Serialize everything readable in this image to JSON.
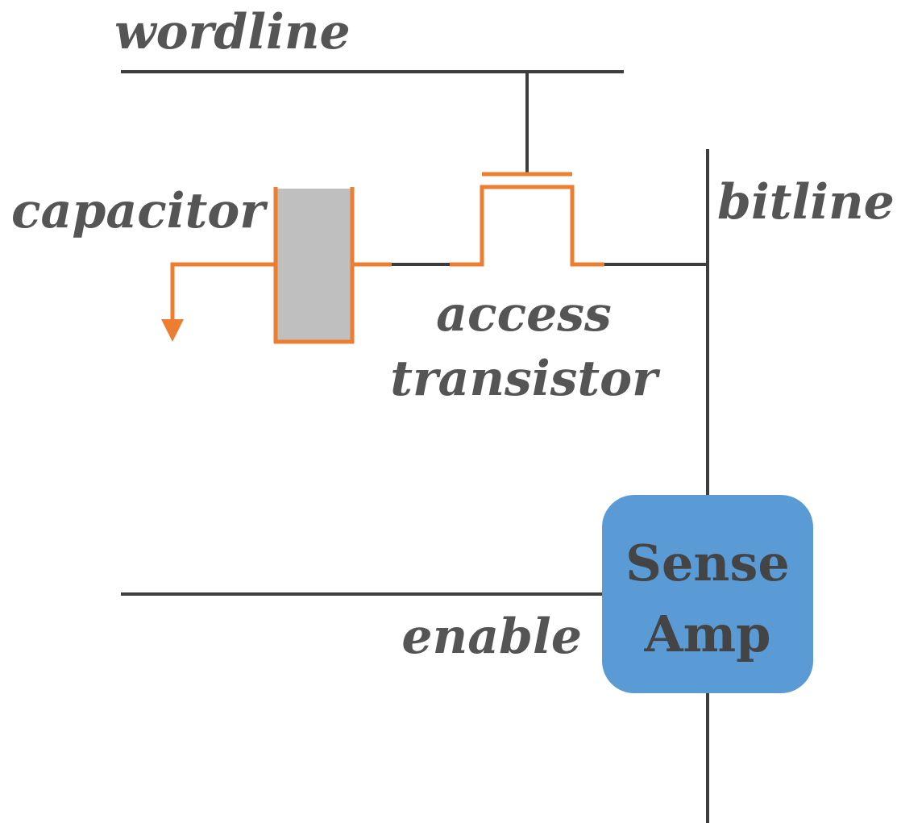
{
  "labels": {
    "wordline": "wordline",
    "capacitor": "capacitor",
    "bitline": "bitline",
    "access_line1": "access",
    "access_line2": "transistor",
    "enable": "enable"
  },
  "sense_amp": {
    "line1": "Sense",
    "line2": "Amp"
  },
  "colors": {
    "wire": "#3d3d3d",
    "component": "#ed7d31",
    "capacitor_fill": "#bfbfbf",
    "sense_amp_fill": "#5b9bd5",
    "label_text": "#555555"
  }
}
